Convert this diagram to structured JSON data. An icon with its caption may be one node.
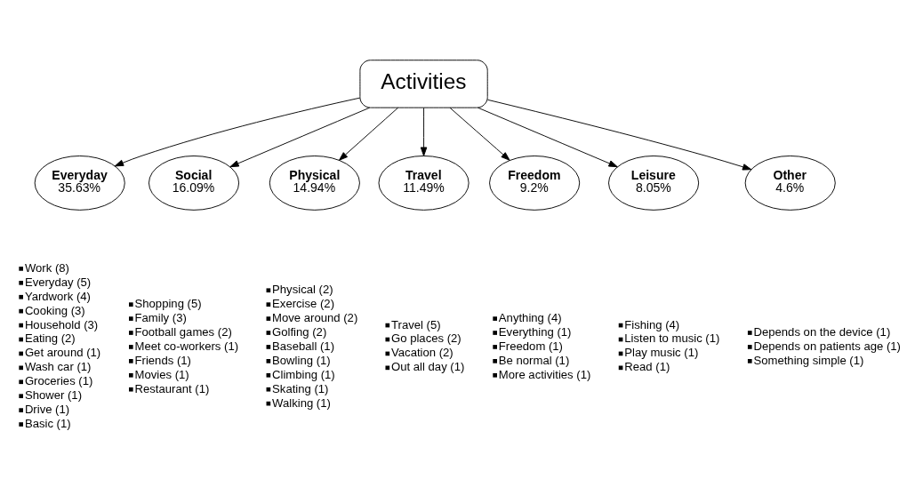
{
  "diagram": {
    "nodes": [
      {
        "text": [
          "Activities"
        ]
      },
      {
        "text": [
          "Everyday",
          "35.63%"
        ],
        "beside": [
          "Work (8)",
          "Everyday (5)",
          "Yardwork (4)",
          "Cooking (3)",
          "Household (3)",
          "Eating (2)",
          "Get around (1)",
          "Wash car (1)",
          "Groceries (1)",
          "Shower (1)",
          "Drive (1)",
          "Basic (1)"
        ]
      },
      {
        "text": [
          "Social",
          "16.09%"
        ],
        "beside": [
          "Shopping (5)",
          "Family (3)",
          "Football games (2)",
          "Meet co-workers (1)",
          "Friends (1)",
          "Movies (1)",
          "Restaurant (1)"
        ]
      },
      {
        "text": [
          "Physical",
          "14.94%"
        ],
        "beside": [
          "Physical (2)",
          "Exercise (2)",
          "Move around (2)",
          "Golfing (2)",
          "Baseball (1)",
          "Bowling (1)",
          "Climbing (1)",
          "Skating (1)",
          "Walking (1)"
        ]
      },
      {
        "text": [
          "Travel",
          "11.49%"
        ],
        "beside": [
          "Travel (5)",
          "Go places (2)",
          "Vacation (2)",
          "Out all day (1)"
        ]
      },
      {
        "text": [
          "Freedom",
          "9.2%"
        ],
        "beside": [
          "Anything (4)",
          "Everything (1)",
          "Freedom (1)",
          "Be normal (1)",
          "More activities (1)"
        ]
      },
      {
        "text": [
          "Leisure",
          "8.05%"
        ],
        "beside": [
          "Fishing (4)",
          "Listen to music (1)",
          "Play music (1)",
          "Read (1)"
        ]
      },
      {
        "text": [
          "Other",
          "4.6%"
        ],
        "beside": [
          "Depends on the device (1)",
          "Depends on patients age (1)",
          "Something simple (1)"
        ]
      }
    ],
    "edges": [
      {
        "from": 0,
        "to": 1,
        "arrow": "to"
      },
      {
        "from": 0,
        "to": 2,
        "arrow": "to"
      },
      {
        "from": 0,
        "to": 3,
        "arrow": "to"
      },
      {
        "from": 0,
        "to": 4,
        "arrow": "to"
      },
      {
        "from": 0,
        "to": 5,
        "arrow": "to"
      },
      {
        "from": 0,
        "to": 6,
        "arrow": "to"
      },
      {
        "from": 0,
        "to": 7,
        "arrow": "to"
      }
    ]
  }
}
